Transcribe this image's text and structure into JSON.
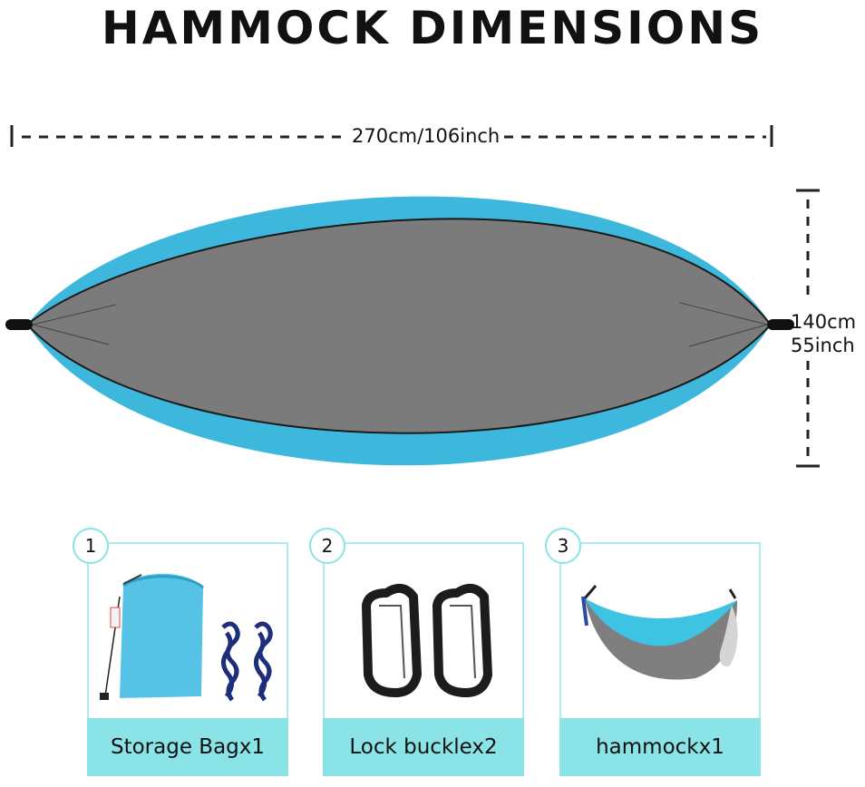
{
  "title": "HAMMOCK DIMENSIONS",
  "dimensions": {
    "width_label": "270cm/106inch",
    "height_label_cm": "140cm",
    "height_label_inch": "55inch"
  },
  "items": [
    {
      "number": "1",
      "label": "Storage Bagx1"
    },
    {
      "number": "2",
      "label": "Lock bucklex2"
    },
    {
      "number": "3",
      "label": "hammockx1"
    }
  ],
  "colors": {
    "hammock_outer": "#3db8dc",
    "hammock_inner": "#7c7c7c",
    "caption_bg": "#8ae3e6",
    "frame_border": "#aee9ec"
  }
}
